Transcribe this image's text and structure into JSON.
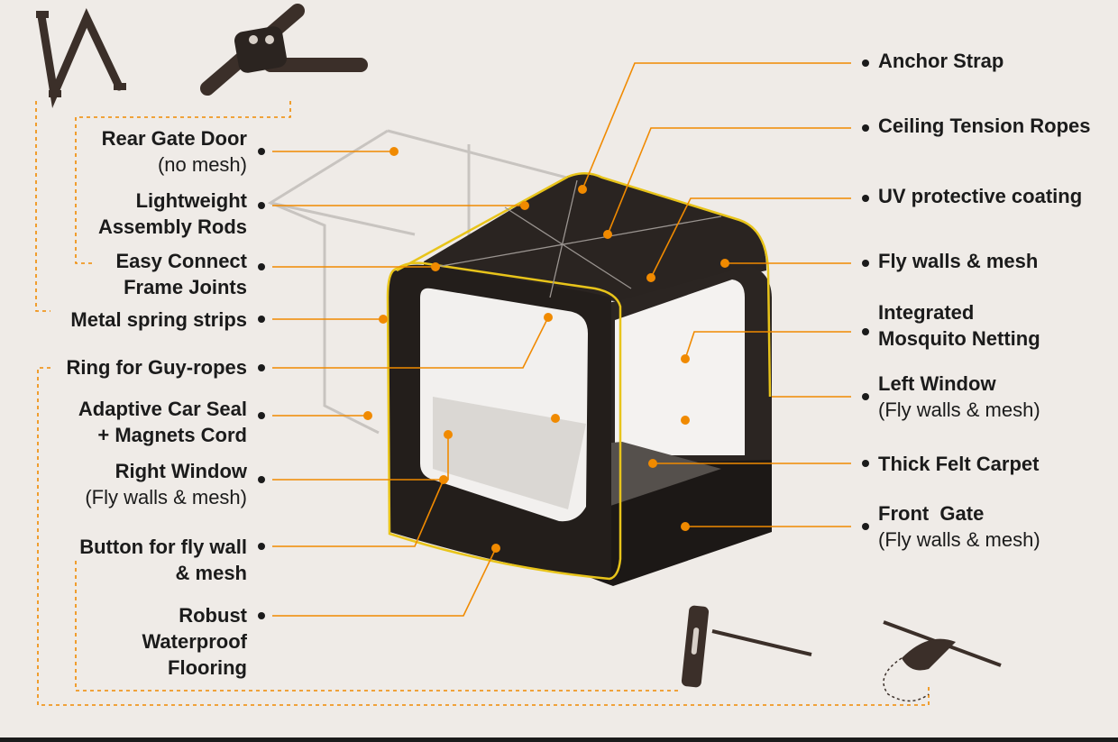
{
  "colors": {
    "background": "#efebe7",
    "leader": "#f08a00",
    "frame_yellow": "#e8c41a",
    "tent_dark": "#1f1a17",
    "text": "#1b1b1b"
  },
  "labels_left": {
    "rear_gate": {
      "title": "Rear Gate Door",
      "sub": "(no mesh)"
    },
    "rods": {
      "line1": "Lightweight",
      "line2": "Assembly Rods"
    },
    "joints": {
      "line1": "Easy Connect",
      "line2": "Frame Joints"
    },
    "springs": {
      "title": "Metal spring strips"
    },
    "ring": {
      "title": "Ring for Guy-ropes"
    },
    "seal": {
      "line1": "Adaptive Car Seal",
      "line2": "+ Magnets Cord"
    },
    "right_window": {
      "title": "Right Window",
      "sub": "(Fly walls & mesh)"
    },
    "button": {
      "line1": "Button for fly wall",
      "line2": "& mesh"
    },
    "flooring": {
      "line1": "Robust",
      "line2": "Waterproof",
      "line3": "Flooring"
    }
  },
  "labels_right": {
    "anchor": {
      "title": "Anchor Strap"
    },
    "ceiling": {
      "title": "Ceiling Tension Ropes"
    },
    "uv": {
      "title": "UV protective coating"
    },
    "fly": {
      "title": "Fly walls & mesh"
    },
    "mosquito": {
      "line1": "Integrated",
      "line2": "Mosquito Netting"
    },
    "left_window": {
      "title": "Left Window",
      "sub": "(Fly walls & mesh)"
    },
    "carpet": {
      "title": "Thick Felt Carpet"
    },
    "front_gate": {
      "title": "Front  Gate",
      "sub": "(Fly walls & mesh)"
    }
  },
  "icons": [
    "spring-strip-icon",
    "frame-joint-icon",
    "ring-anchor-icon",
    "guy-rope-loop-icon"
  ]
}
